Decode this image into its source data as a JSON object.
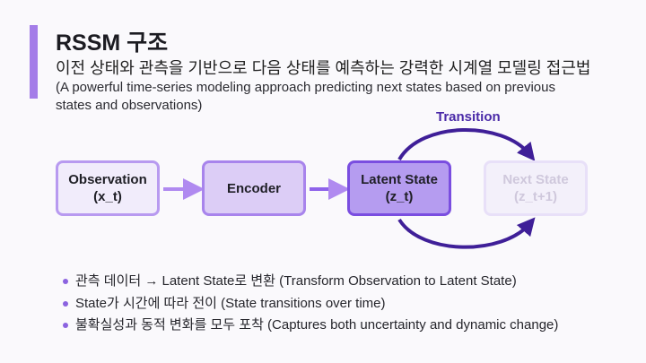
{
  "header": {
    "title": "RSSM 구조",
    "subtitle": "이전 상태와 관측을 기반으로 다음 상태를 예측하는 강력한 시계열 모델링 접근법",
    "subtitle_en": "(A powerful time-series modeling approach predicting next states based on previous states and observations)"
  },
  "diagram": {
    "nodes": [
      {
        "line1": "Observation",
        "line2": "(x_t)"
      },
      {
        "line1": "Encoder",
        "line2": ""
      },
      {
        "line1": "Latent State",
        "line2": "(z_t)"
      },
      {
        "line1": "Next State",
        "line2": "(z_t+1)"
      }
    ],
    "transition_label": "Transition"
  },
  "bullets": [
    "관측 데이터 → Latent State로 변환 (Transform Observation to Latent State)",
    "State가 시간에 따라 전이 (State transitions over time)",
    "불확실성과 동적 변화를 모두 포착 (Captures both uncertainty and dynamic change)"
  ],
  "colors": {
    "accent": "#a47de8",
    "arrow": "#3f1f98"
  }
}
